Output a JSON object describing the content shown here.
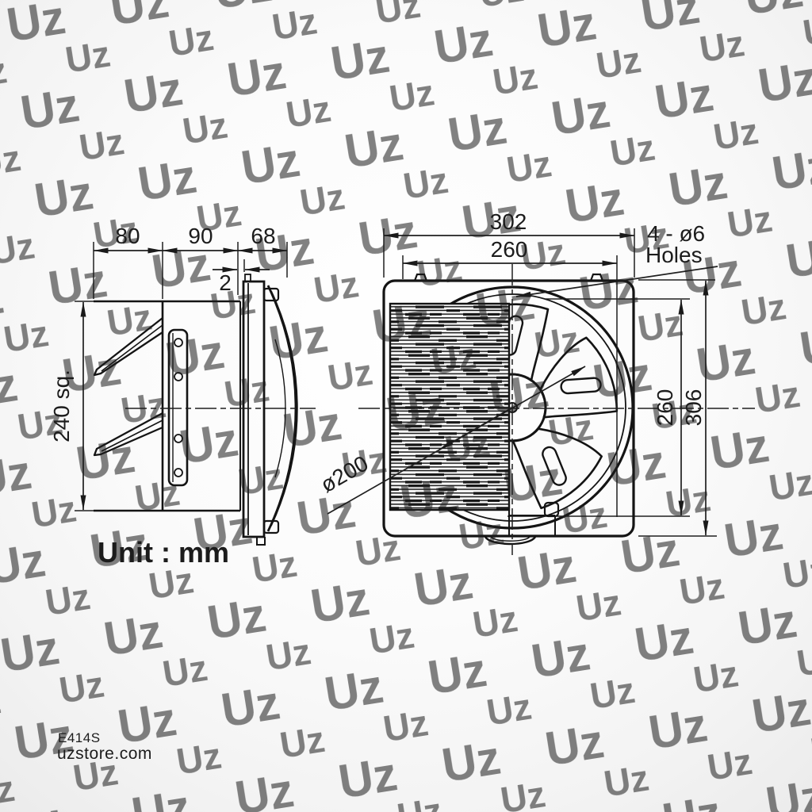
{
  "page": {
    "background": "#fbfbfb"
  },
  "watermark": {
    "tile": "Uz"
  },
  "footer": {
    "product_code": "E414S",
    "website": "uzstore.com",
    "text_color": "#8a8a8a"
  },
  "diagram": {
    "unit_label": "Unit : mm",
    "colors": {
      "line": "#141414",
      "dimension": "#1f1f1f"
    },
    "side_view": {
      "depth_front": "80",
      "wall_span": "90",
      "depth_rear": "68",
      "flange_gap": "2",
      "opening_square": "240 sq."
    },
    "front_view": {
      "panel_width": "302",
      "hole_pitch_horizontal": "260",
      "holes_note_line1": "4 - ø6",
      "holes_note_line2": "Holes",
      "hole_pitch_vertical": "260",
      "panel_height": "306",
      "impeller_diameter": "ø200"
    }
  }
}
